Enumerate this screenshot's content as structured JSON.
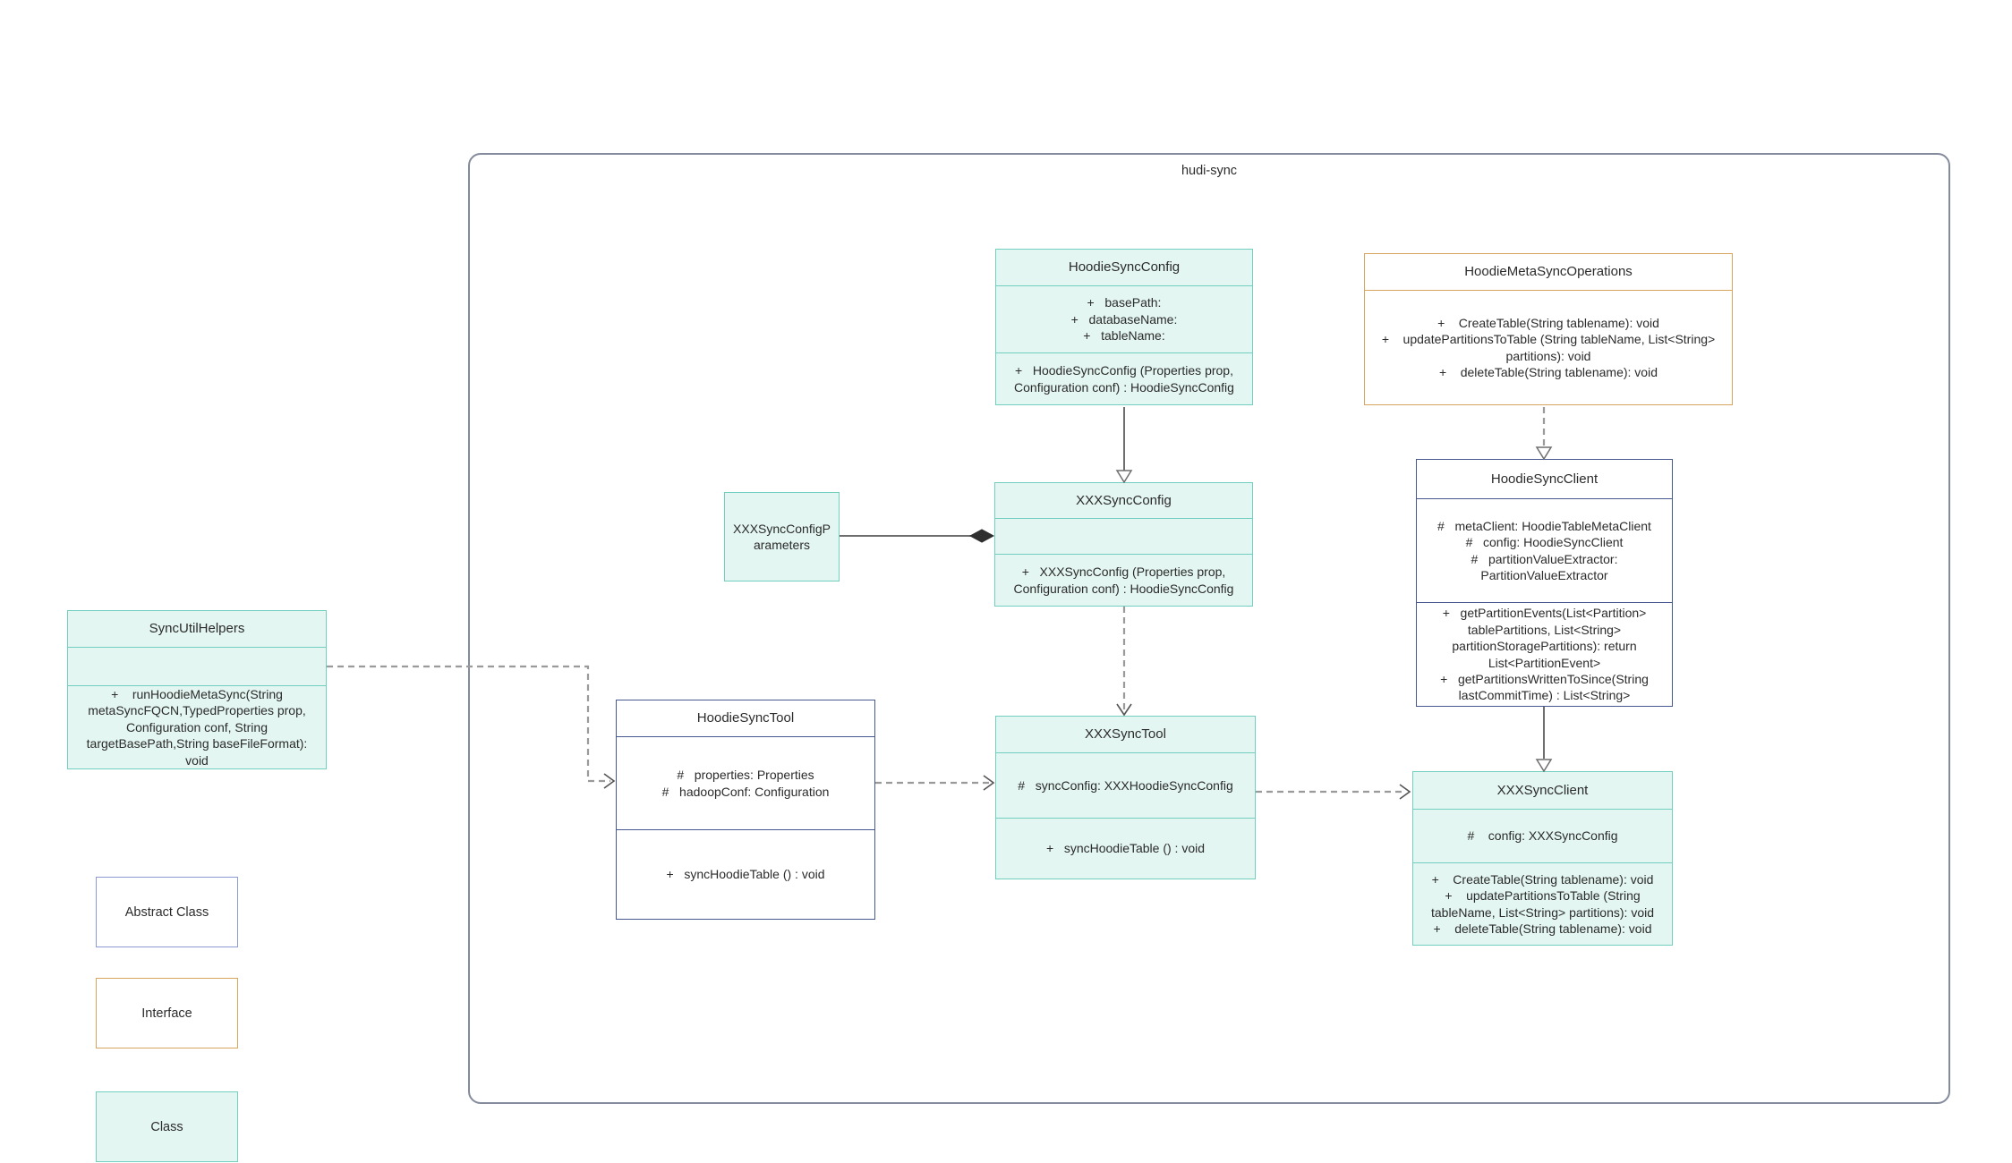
{
  "container_label": "hudi-sync",
  "classes": {
    "syncUtilHelpers": {
      "title": "SyncUtilHelpers",
      "attributes": [],
      "methods": [
        "+    runHoodieMetaSync(String metaSyncFQCN,TypedProperties prop, Configuration conf, String targetBasePath,String baseFileFormat): void"
      ]
    },
    "hoodieSyncConfig": {
      "title": "HoodieSyncConfig",
      "attributes": [
        "+   basePath:",
        "+   databaseName:",
        "+   tableName:"
      ],
      "methods": [
        "+   HoodieSyncConfig (Properties prop, Configuration conf) : HoodieSyncConfig"
      ]
    },
    "hoodieMetaSyncOperations": {
      "title": "HoodieMetaSyncOperations",
      "methods": [
        "+    CreateTable(String tablename): void",
        "+    updatePartitionsToTable (String tableName, List<String> partitions): void",
        "+    deleteTable(String tablename): void"
      ]
    },
    "xxxSyncConfigParameters": {
      "title": "XXXSyncConfigParameters"
    },
    "xxxSyncConfig": {
      "title": "XXXSyncConfig",
      "attributes": [],
      "methods": [
        "+   XXXSyncConfig (Properties prop, Configuration conf) : HoodieSyncConfig"
      ]
    },
    "hoodieSyncClient": {
      "title": "HoodieSyncClient",
      "attributes": [
        "#   metaClient: HoodieTableMetaClient",
        "#   config: HoodieSyncClient",
        "#   partitionValueExtractor: PartitionValueExtractor"
      ],
      "methods": [
        "+   getPartitionEvents(List<Partition> tablePartitions, List<String> partitionStoragePartitions): return List<PartitionEvent>",
        "+   getPartitionsWrittenToSince(String lastCommitTime) : List<String>"
      ]
    },
    "hoodieSyncTool": {
      "title": "HoodieSyncTool",
      "attributes": [
        "#   properties: Properties",
        "#   hadoopConf: Configuration"
      ],
      "methods": [
        "+   syncHoodieTable () : void"
      ]
    },
    "xxxSyncTool": {
      "title": "XXXSyncTool",
      "attributes": [
        "#   syncConfig: XXXHoodieSyncConfig"
      ],
      "methods": [
        "+   syncHoodieTable () : void"
      ]
    },
    "xxxSyncClient": {
      "title": "XXXSyncClient",
      "attributes": [
        "#    config: XXXSyncConfig"
      ],
      "methods": [
        "+    CreateTable(String tablename): void",
        "+    updatePartitionsToTable (String tableName, List<String> partitions): void",
        "+    deleteTable(String tablename): void"
      ]
    }
  },
  "legend": [
    {
      "label": "Abstract Class"
    },
    {
      "label": "Interface"
    },
    {
      "label": "Class"
    }
  ],
  "colors": {
    "class_fill": "#e3f6f1",
    "class_border": "#72cfbf",
    "abstract_border": "#46588f",
    "legend_abstract_border": "#8b9ad3",
    "interface_border": "#d8a55f",
    "container_border": "#848b9c",
    "connector_solid": "#6e6e6e",
    "connector_dashed": "#9a9a9a",
    "text": "#2b2b2b"
  }
}
